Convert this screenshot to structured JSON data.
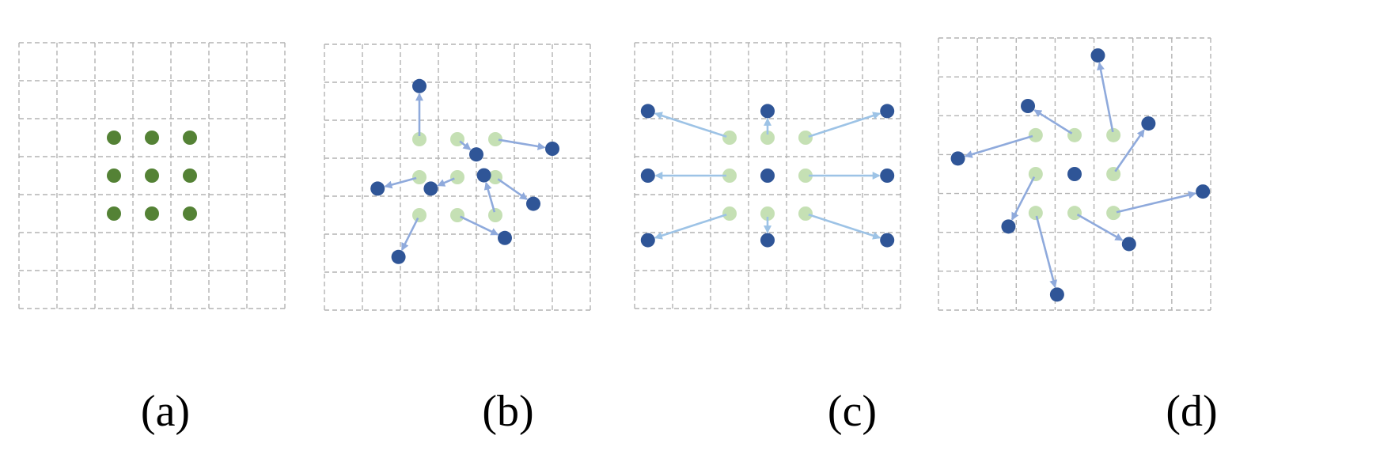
{
  "colors": {
    "grid": "#b3b3b3",
    "original_point": "#548235",
    "offset_source": "#c5e0b4",
    "sampled_point": "#2f5597",
    "arrow_dark": "#8faadc",
    "arrow_light": "#9dc3e6"
  },
  "panels": [
    {
      "label": "(a)",
      "grid": {
        "rows": 7,
        "cols": 7
      },
      "points": [
        [
          2.5,
          2.5
        ],
        [
          3.5,
          2.5
        ],
        [
          4.5,
          2.5
        ],
        [
          2.5,
          3.5
        ],
        [
          3.5,
          3.5
        ],
        [
          4.5,
          3.5
        ],
        [
          2.5,
          4.5
        ],
        [
          3.5,
          4.5
        ],
        [
          4.5,
          4.5
        ]
      ],
      "offsets": []
    },
    {
      "label": "(b)",
      "grid": {
        "rows": 7,
        "cols": 7
      },
      "points": [],
      "arrow_style": "dark",
      "offsets": [
        {
          "from": [
            2.5,
            2.5
          ],
          "to": [
            2.5,
            1.1
          ]
        },
        {
          "from": [
            3.5,
            2.5
          ],
          "to": [
            4.0,
            2.9
          ]
        },
        {
          "from": [
            4.5,
            2.5
          ],
          "to": [
            6.0,
            2.75
          ]
        },
        {
          "from": [
            2.5,
            3.5
          ],
          "to": [
            1.4,
            3.8
          ]
        },
        {
          "from": [
            3.5,
            3.5
          ],
          "to": [
            2.8,
            3.8
          ]
        },
        {
          "from": [
            4.5,
            3.5
          ],
          "to": [
            5.5,
            4.2
          ]
        },
        {
          "from": [
            2.5,
            4.5
          ],
          "to": [
            1.95,
            5.6
          ]
        },
        {
          "from": [
            3.5,
            4.5
          ],
          "to": [
            4.75,
            5.1
          ]
        },
        {
          "from": [
            4.5,
            4.5
          ],
          "to": [
            4.2,
            3.45
          ]
        }
      ]
    },
    {
      "label": "(c)",
      "grid": {
        "rows": 7,
        "cols": 7
      },
      "points": [
        [
          3.5,
          3.5
        ]
      ],
      "arrow_style": "light",
      "offsets": [
        {
          "from": [
            2.5,
            2.5
          ],
          "to": [
            0.35,
            1.8
          ]
        },
        {
          "from": [
            3.5,
            2.5
          ],
          "to": [
            3.5,
            1.8
          ]
        },
        {
          "from": [
            4.5,
            2.5
          ],
          "to": [
            6.65,
            1.8
          ]
        },
        {
          "from": [
            2.5,
            3.5
          ],
          "to": [
            0.35,
            3.5
          ]
        },
        {
          "from": [
            4.5,
            3.5
          ],
          "to": [
            6.65,
            3.5
          ]
        },
        {
          "from": [
            2.5,
            4.5
          ],
          "to": [
            0.35,
            5.2
          ]
        },
        {
          "from": [
            3.5,
            4.5
          ],
          "to": [
            3.5,
            5.2
          ]
        },
        {
          "from": [
            4.5,
            4.5
          ],
          "to": [
            6.65,
            5.2
          ]
        }
      ]
    },
    {
      "label": "(d)",
      "grid": {
        "rows": 7,
        "cols": 7
      },
      "points": [
        [
          3.5,
          3.5
        ]
      ],
      "arrow_style": "dark",
      "offsets": [
        {
          "from": [
            2.5,
            2.5
          ],
          "to": [
            0.5,
            3.1
          ]
        },
        {
          "from": [
            3.5,
            2.5
          ],
          "to": [
            2.3,
            1.75
          ]
        },
        {
          "from": [
            4.5,
            2.5
          ],
          "to": [
            4.1,
            0.45
          ]
        },
        {
          "from": [
            2.5,
            3.5
          ],
          "to": [
            1.8,
            4.85
          ]
        },
        {
          "from": [
            4.5,
            3.5
          ],
          "to": [
            5.4,
            2.2
          ]
        },
        {
          "from": [
            2.5,
            4.5
          ],
          "to": [
            3.05,
            6.6
          ]
        },
        {
          "from": [
            3.5,
            4.5
          ],
          "to": [
            4.9,
            5.3
          ]
        },
        {
          "from": [
            4.5,
            4.5
          ],
          "to": [
            6.8,
            3.95
          ]
        }
      ]
    }
  ]
}
